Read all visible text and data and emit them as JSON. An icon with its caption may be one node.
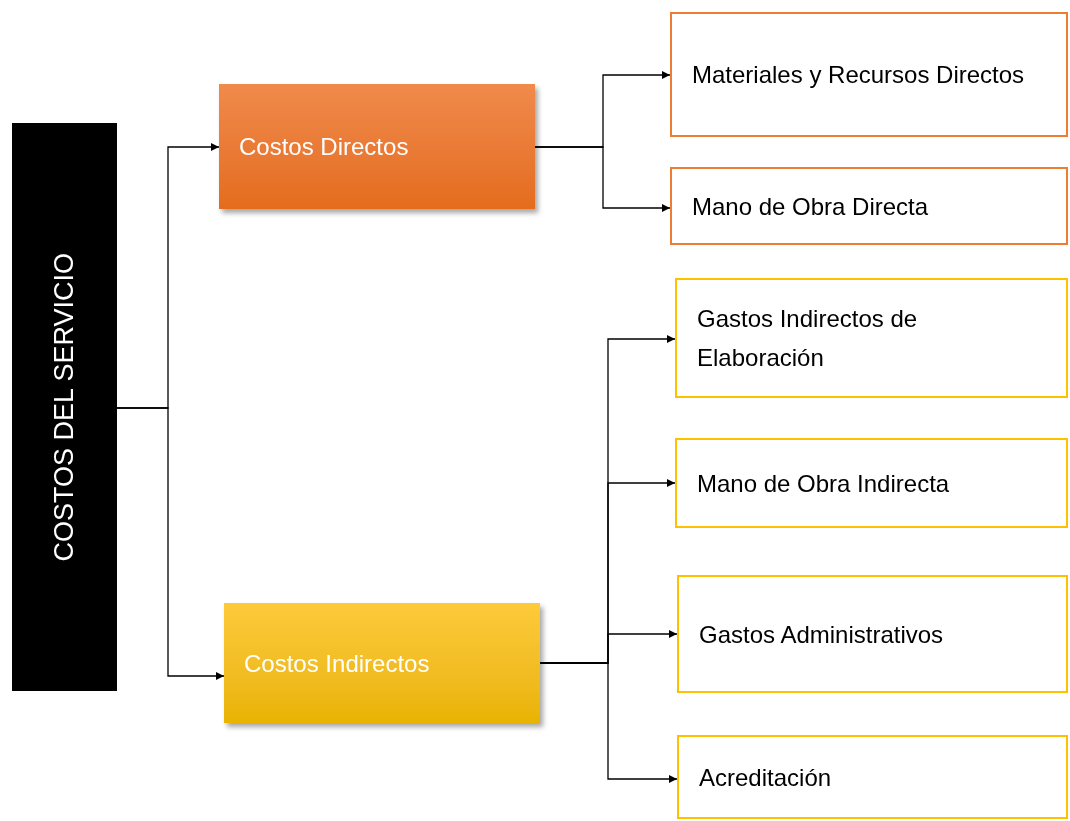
{
  "diagram": {
    "nodes": [
      {
        "text": [
          "COSTOS DEL SERVICIO"
        ]
      },
      {
        "text": [
          "Costos Directos"
        ]
      },
      {
        "text": [
          "Costos Indirectos"
        ]
      },
      {
        "text": [
          "Materiales y Recursos Directos"
        ]
      },
      {
        "text": [
          "Mano de Obra Directa"
        ]
      },
      {
        "text": [
          "Gastos Indirectos de Elaboración"
        ]
      },
      {
        "text": [
          "Mano de Obra Indirecta"
        ]
      },
      {
        "text": [
          "Gastos Administrativos"
        ]
      },
      {
        "text": [
          "Acreditación"
        ]
      }
    ],
    "edges": [
      {
        "from": 0,
        "to": 1,
        "arrow": "to"
      },
      {
        "from": 0,
        "to": 2,
        "arrow": "to"
      },
      {
        "from": 1,
        "to": 3,
        "arrow": "to"
      },
      {
        "from": 1,
        "to": 4,
        "arrow": "to"
      },
      {
        "from": 2,
        "to": 5,
        "arrow": "to"
      },
      {
        "from": 2,
        "to": 6,
        "arrow": "to"
      },
      {
        "from": 2,
        "to": 7,
        "arrow": "to"
      },
      {
        "from": 2,
        "to": 8,
        "arrow": "to"
      }
    ]
  }
}
